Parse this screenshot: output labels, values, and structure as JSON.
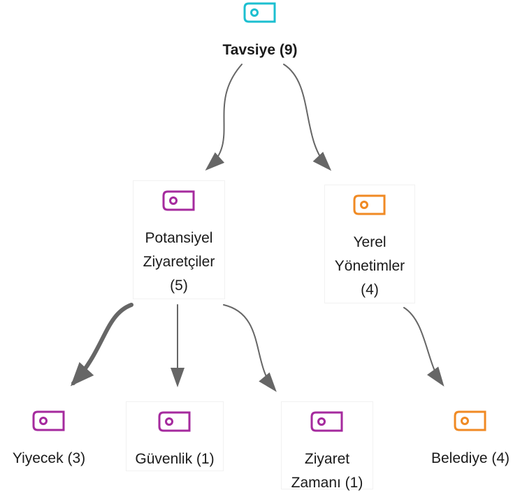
{
  "colors": {
    "root": "#1cbfd0",
    "purple": "#a52a9e",
    "orange": "#f08a24",
    "edge": "#666666"
  },
  "nodes": {
    "root": {
      "label": "Tavsiye (9)",
      "color_key": "root",
      "icon": "tag-icon"
    },
    "potansiyel": {
      "label": "Potansiyel Ziyaretçiler (5)",
      "color_key": "purple",
      "icon": "tag-icon"
    },
    "yerel": {
      "label": "Yerel Yönetimler (4)",
      "color_key": "orange",
      "icon": "tag-icon"
    },
    "yiyecek": {
      "label": "Yiyecek (3)",
      "color_key": "purple",
      "icon": "tag-icon"
    },
    "guvenlik": {
      "label": "Güvenlik (1)",
      "color_key": "purple",
      "icon": "tag-icon"
    },
    "ziyaret": {
      "label": "Ziyaret Zamanı (1)",
      "color_key": "purple",
      "icon": "tag-icon"
    },
    "belediye": {
      "label": "Belediye (4)",
      "color_key": "orange",
      "icon": "tag-icon"
    }
  },
  "edges": [
    {
      "from": "root",
      "to": "potansiyel",
      "weight": 1
    },
    {
      "from": "root",
      "to": "yerel",
      "weight": 1
    },
    {
      "from": "potansiyel",
      "to": "yiyecek",
      "weight": 3
    },
    {
      "from": "potansiyel",
      "to": "guvenlik",
      "weight": 1
    },
    {
      "from": "potansiyel",
      "to": "ziyaret",
      "weight": 1
    },
    {
      "from": "yerel",
      "to": "belediye",
      "weight": 1
    }
  ]
}
